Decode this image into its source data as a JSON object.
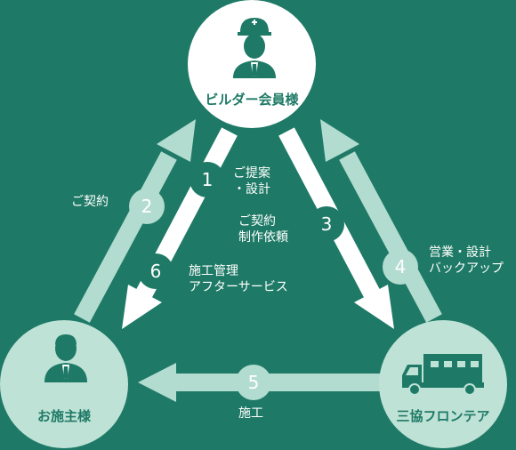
{
  "nodes": {
    "builder": "ビルダー会員様",
    "owner": "お施主様",
    "frontier": "三協フロンテア"
  },
  "steps": [
    {
      "num": "1",
      "lines": [
        "ご提案",
        "・設計"
      ]
    },
    {
      "num": "2",
      "lines": [
        "ご契約"
      ]
    },
    {
      "num": "3",
      "lines": [
        "ご契約",
        "制作依頼"
      ]
    },
    {
      "num": "4",
      "lines": [
        "営業・設計",
        "バックアップ"
      ]
    },
    {
      "num": "5",
      "lines": [
        "施工"
      ]
    },
    {
      "num": "6",
      "lines": [
        "施工管理",
        "アフターサービス"
      ]
    }
  ],
  "colors": {
    "background": "#1e7a66",
    "solid_arrow": "#ffffff",
    "light_arrow": "#b3dcd0",
    "badge_on_light": "#b3dcd0",
    "badge_on_dark": "#1e7a66",
    "node_top": "#ffffff",
    "node_bottom": "#bfe2d6"
  }
}
